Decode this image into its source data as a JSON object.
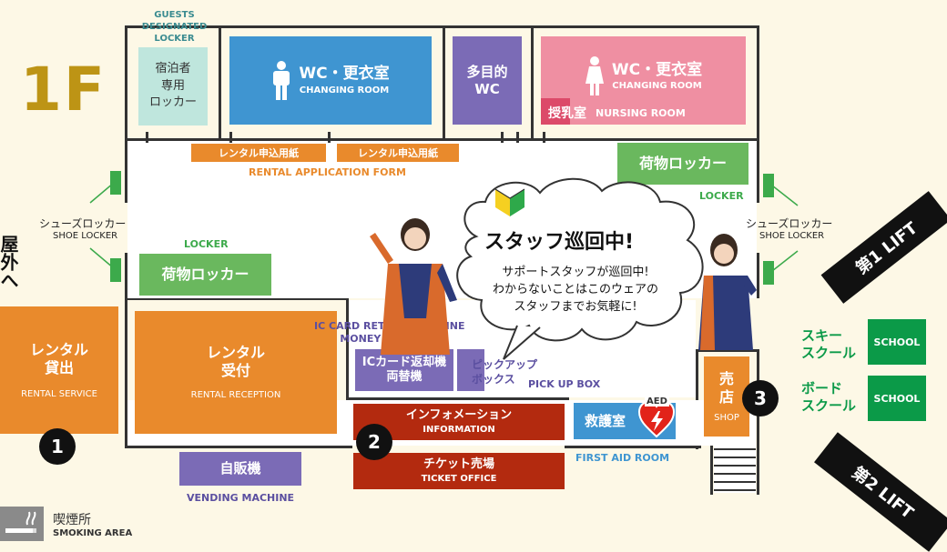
{
  "floor": "1F",
  "outside": "屋外へ",
  "rooms": {
    "guests_locker_en": "GUESTS\nDESIGNATED\nLOCKER",
    "guests_locker_jp": "宿泊者\n専用\nロッカー",
    "wc_men_jp": "WC・更衣室",
    "wc_men_en": "CHANGING ROOM",
    "multi_wc_jp": "多目的\nWC",
    "wc_women_jp": "WC・更衣室",
    "wc_women_en": "CHANGING ROOM",
    "nursing_jp": "授乳室",
    "nursing_en": "NURSING ROOM",
    "rental_service_jp": "レンタル\n貸出",
    "rental_service_en": "RENTAL SERVICE",
    "rental_reception_jp": "レンタル\n受付",
    "rental_reception_en": "RENTAL RECEPTION",
    "locker_left_jp": "荷物ロッカー",
    "locker_left_en": "LOCKER",
    "locker_right_jp": "荷物ロッカー",
    "locker_right_en": "LOCKER",
    "ic_card_jp": "ICカード返却機\n両替機",
    "ic_card_en": "IC CARD RETURN MACHINE\nMONEY CHANGER",
    "pickup_jp": "ピックアップ\nボックス",
    "pickup_en": "PICK UP BOX",
    "information_jp": "インフォメーション",
    "information_en": "INFORMATION",
    "ticket_jp": "チケット売場",
    "ticket_en": "TICKET OFFICE",
    "first_aid_jp": "救護室",
    "first_aid_en": "FIRST AID ROOM",
    "aed": "AED",
    "shop_jp": "売\n店",
    "shop_en": "SHOP",
    "vending_jp": "自販機",
    "vending_en": "VENDING MACHINE",
    "smoking_jp": "喫煙所",
    "smoking_en": "SMOKING AREA"
  },
  "rental_form": {
    "label_1": "レンタル申込用紙",
    "label_2": "レンタル申込用紙",
    "en": "RENTAL APPLICATION FORM"
  },
  "shoe_locker": {
    "left_jp": "シューズロッカー",
    "left_en": "SHOE LOCKER",
    "right_jp": "シューズロッカー",
    "right_en": "SHOE LOCKER"
  },
  "bubble": {
    "title": "スタッフ巡回中!",
    "body": "サポートスタッフが巡回中!\nわからないことはこのウェアの\nスタッフまでお気軽に!"
  },
  "numbers": [
    "1",
    "2",
    "3"
  ],
  "lifts": {
    "lift1": "第1 LIFT",
    "lift2": "第2 LIFT"
  },
  "school": {
    "ski_jp": "スキー\nスクール",
    "ski_en": "SCHOOL",
    "board_jp": "ボード\nスクール",
    "board_en": "SCHOOL"
  },
  "colors": {
    "orange": "#e98a2c",
    "blue": "#3f95d1",
    "purple": "#7b6bb6",
    "pink": "#ef8fa2",
    "green": "#6ab85e",
    "dark_red": "#b32a0f",
    "mint": "#bfe6dd",
    "school_green": "#0b9a48"
  }
}
